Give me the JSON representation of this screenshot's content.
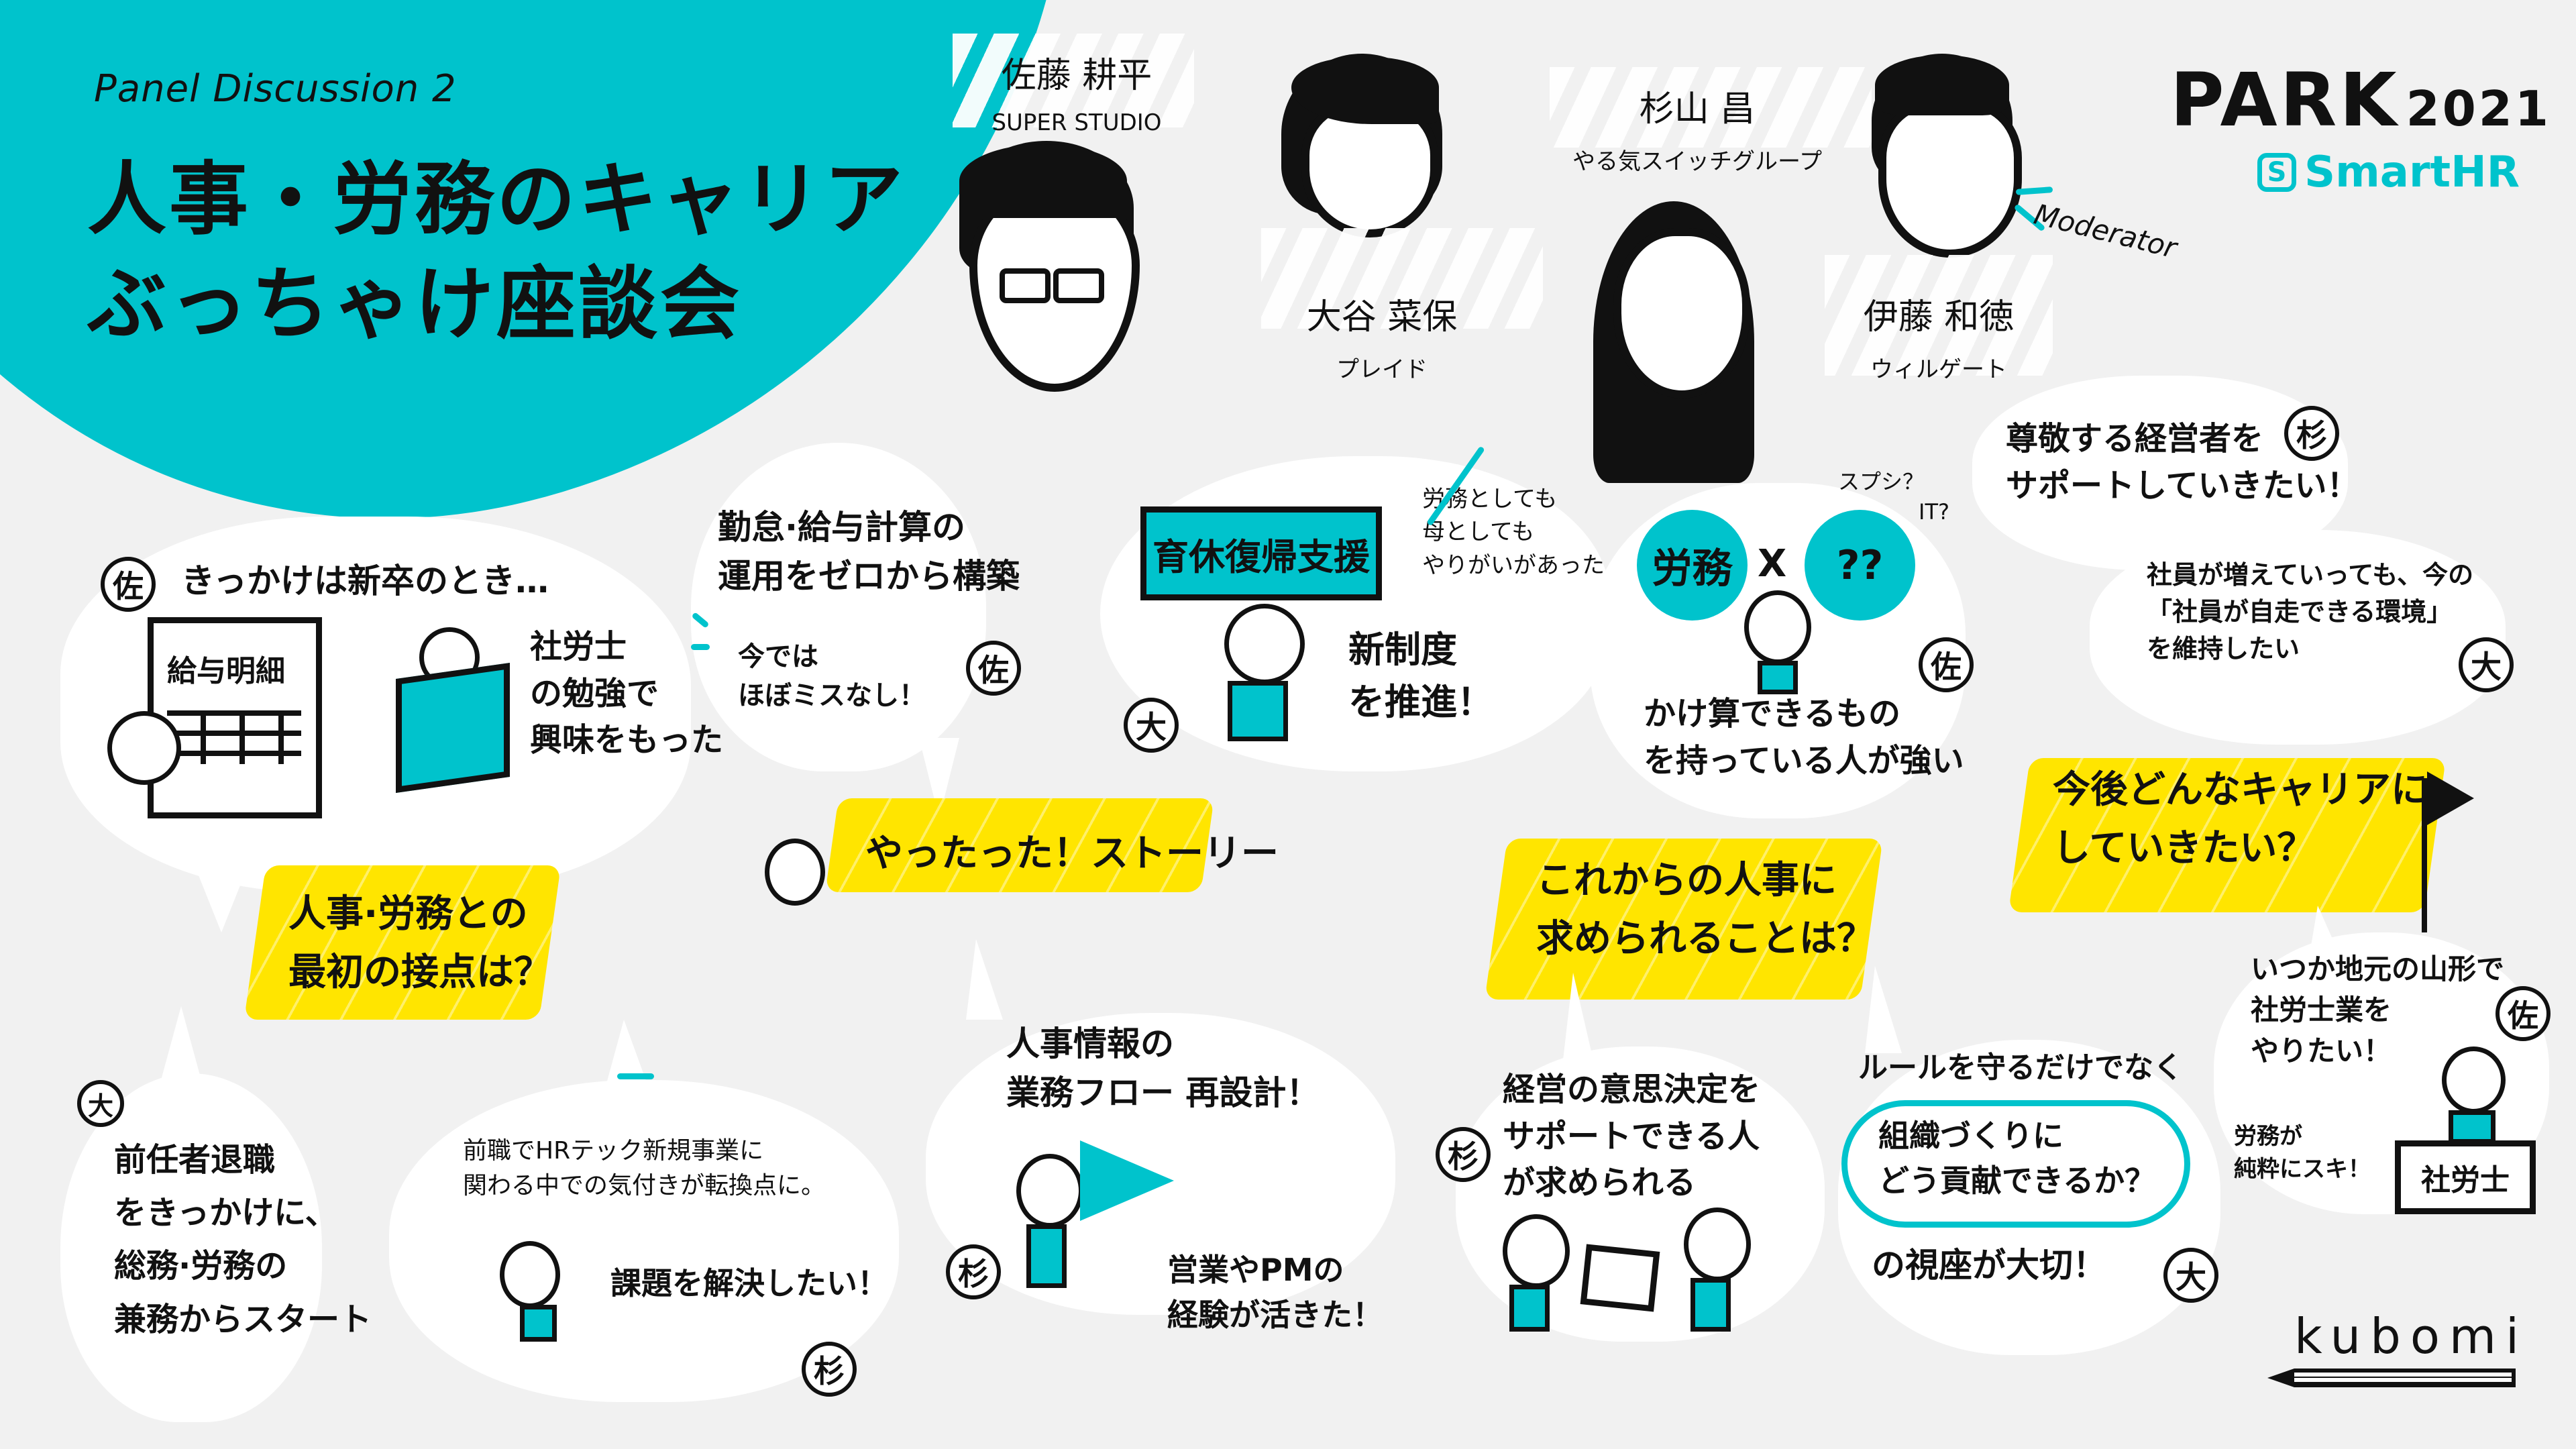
{
  "header": {
    "panel_label": "Panel Discussion 2",
    "title_line1": "人事・労務のキャリア",
    "title_line2": "ぶっちゃけ座談会"
  },
  "branding": {
    "event": "PARK",
    "year": "2021",
    "sponsor_icon": "S",
    "sponsor": "SmartHR",
    "accent_color": "#00c3cc",
    "highlight_color": "#ffe500"
  },
  "speakers": [
    {
      "name": "佐藤 耕平",
      "org": "SUPER STUDIO",
      "initial": "佐"
    },
    {
      "name": "大谷 菜保",
      "org": "プレイド",
      "initial": "大"
    },
    {
      "name": "杉山 昌",
      "org": "やる気スイッチグループ",
      "initial": "杉"
    },
    {
      "name": "伊藤 和徳",
      "org": "ウィルゲート",
      "role": "Moderator"
    }
  ],
  "topics": [
    {
      "heading": "人事·労務との\n最初の接点は？"
    },
    {
      "heading": "やったった！ストーリー"
    },
    {
      "heading": "これからの人事に\n求められることは？"
    },
    {
      "heading": "今後どんなキャリアに\nしていきたい？"
    }
  ],
  "bubbles": {
    "sato_first": {
      "badge": "佐",
      "lead": "きっかけは新卒のとき…",
      "doc_label": "給与明細",
      "side_text": "社労士\nの勉強で\n興味をもった"
    },
    "sato_story": {
      "badge": "佐",
      "main": "勤怠·給与計算の\n運用をゼロから構築",
      "sub": "今では\nほぼミスなし！"
    },
    "otani_story": {
      "badge": "大",
      "sign": "育休復帰支援",
      "main": "新制度\nを推進！",
      "side": "労務としても\n母としても\nやりがいがあった"
    },
    "sato_future": {
      "badge": "佐",
      "left_circle": "労務",
      "times": "X",
      "right_circle": "??",
      "hint1": "スプシ？",
      "hint2": "IT?",
      "main": "かけ算できるもの\nを持っている人が強い"
    },
    "sugiyama_career": {
      "badge": "杉",
      "main": "尊敬する経営者を\nサポートしていきたい！"
    },
    "otani_career": {
      "badge": "大",
      "main": "社員が増えていっても、今の\n「社員が自走できる環境」\nを維持したい"
    },
    "otani_first": {
      "badge": "大",
      "main": "前任者退職\nをきっかけに、\n総務·労務の\n兼務からスタート"
    },
    "sugiyama_first": {
      "badge": "杉",
      "main": "前職でHRテック新規事業に\n関わる中での気付きが転換点に。",
      "sub": "課題を解決したい！"
    },
    "sugiyama_story": {
      "badge": "杉",
      "main": "人事情報の\n業務フロー 再設計！",
      "sub": "営業やPMの\n経験が活きた！"
    },
    "sugiyama_future": {
      "badge": "杉",
      "main": "経営の意思決定を\nサポートできる人\nが求められる"
    },
    "otani_future": {
      "badge": "大",
      "lead": "ルールを守るだけでなく",
      "cloud": "組織づくりに\nどう貢献できるか？",
      "tail": "の視座が大切！"
    },
    "sato_career": {
      "badge": "佐",
      "main": "いつか地元の山形で\n社労士業を\nやりたい！",
      "side": "労務が\n純粋にスキ！",
      "desk_sign": "社労士"
    }
  },
  "signature": "kubomi"
}
